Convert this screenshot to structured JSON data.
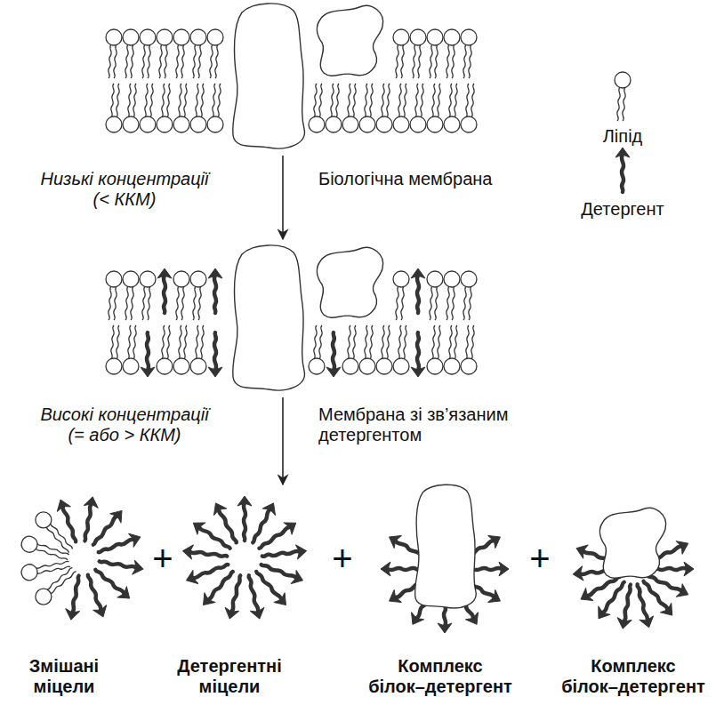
{
  "diagram": {
    "nodes": [
      {
        "text": [
          "Біологічна мембрана"
        ]
      },
      {
        "text": [
          "Мембрана зі зв’язаним детергентом"
        ]
      },
      {
        "text": [
          "Змішані міцели"
        ]
      },
      {
        "text": [
          "Детергентні міцели"
        ]
      },
      {
        "text": [
          "Комплекс білок–детергент"
        ]
      },
      {
        "text": [
          "Комплекс білок–детергент"
        ]
      }
    ],
    "edges": [
      {
        "from": 0,
        "to": 1,
        "arrow": "to",
        "label": "Низькі концентрації (< ККМ)"
      },
      {
        "from": 1,
        "to": 3,
        "arrow": "to",
        "label": "Високі концентрації (= або > ККМ)"
      }
    ],
    "labels": [
      "+",
      "+",
      "+"
    ],
    "legend": [
      {
        "text": "Ліпід"
      },
      {
        "text": "Детергент"
      }
    ]
  }
}
